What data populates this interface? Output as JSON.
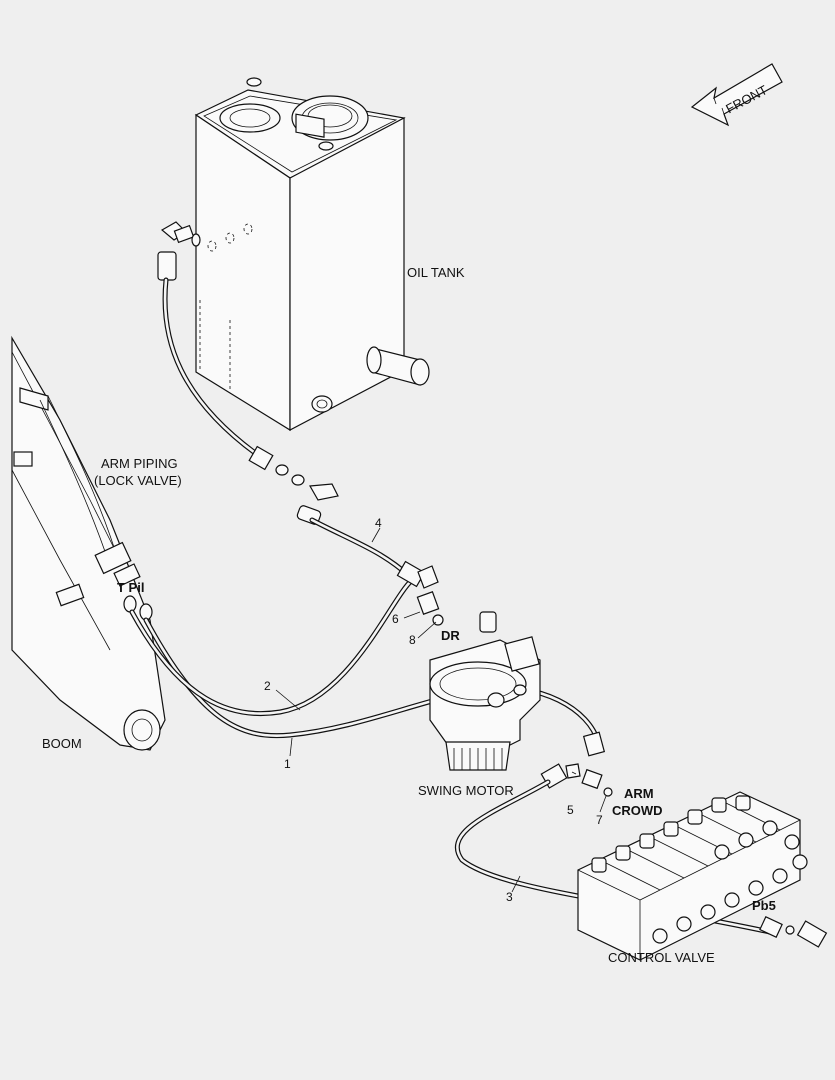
{
  "labels": {
    "front": "FRONT",
    "oil_tank": "OIL TANK",
    "arm_piping_line1": "ARM PIPING",
    "arm_piping_line2": "(LOCK VALVE)",
    "boom": "BOOM",
    "swing_motor": "SWING MOTOR",
    "control_valve": "CONTROL VALVE"
  },
  "ports": {
    "tpil": "T Pil",
    "dr": "DR",
    "arm_crowd_line1": "ARM",
    "arm_crowd_line2": "CROWD",
    "pb5": "Pb5"
  },
  "callouts": [
    "1",
    "2",
    "3",
    "4",
    "5",
    "6",
    "7",
    "8"
  ]
}
